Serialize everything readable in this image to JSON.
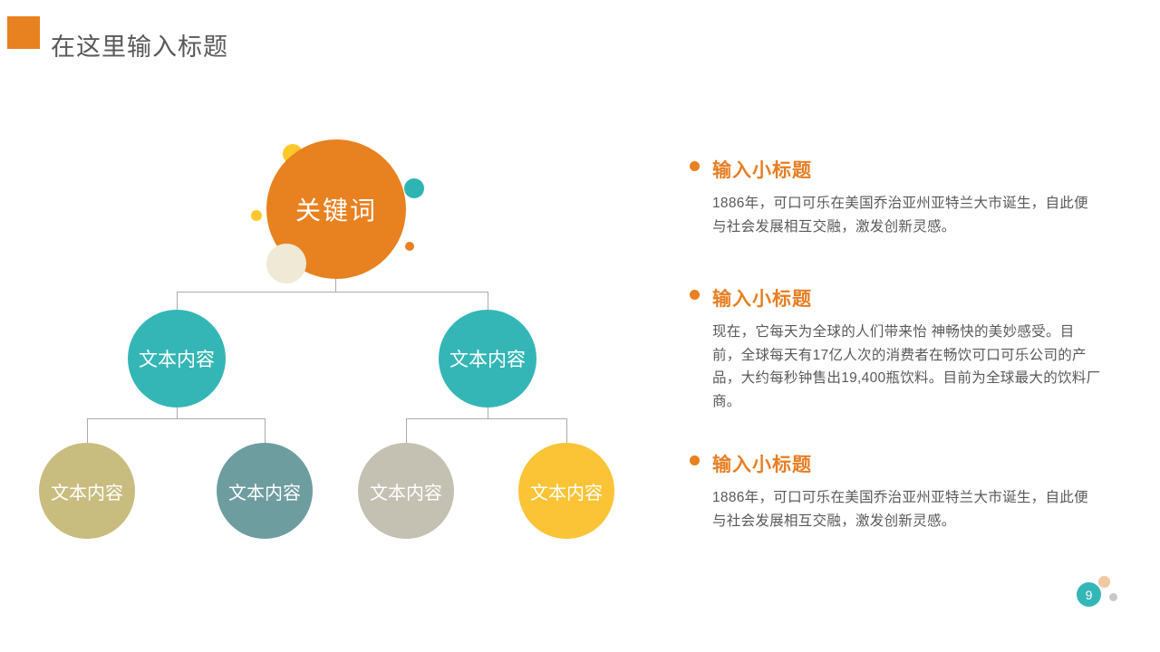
{
  "header": {
    "title": "在这里输入标题"
  },
  "diagram": {
    "root_label": "关键词",
    "level2": [
      {
        "label": "文本内容"
      },
      {
        "label": "文本内容"
      }
    ],
    "level3": [
      {
        "label": "文本内容"
      },
      {
        "label": "文本内容"
      },
      {
        "label": "文本内容"
      },
      {
        "label": "文本内容"
      }
    ]
  },
  "sections": [
    {
      "heading": "输入小标题",
      "body": "1886年，可口可乐在美国乔治亚州亚特兰大市诞生，自此便与社会发展相互交融，激发创新灵感。"
    },
    {
      "heading": "输入小标题",
      "body": "现在，它每天为全球的人们带来怡 神畅快的美妙感受。目前，全球每天有17亿人次的消费者在畅饮可口可乐公司的产品，大约每秒钟售出19,400瓶饮料。目前为全球最大的饮料厂商。"
    },
    {
      "heading": "输入小标题",
      "body": "1886年，可口可乐在美国乔治亚州亚特兰大市诞生，自此便与社会发展相互交融，激发创新灵感。"
    }
  ],
  "footer": {
    "page_number": "9"
  },
  "colors": {
    "accent_orange": "#E8811F",
    "teal": "#35B6B6",
    "tan": "#C9BC7F",
    "slate_teal": "#6E9DA0",
    "gray_beige": "#C4C0B2",
    "yellow": "#FBC437",
    "cream": "#EFE9D6",
    "heading_orange": "#E87E22",
    "body_gray": "#595959",
    "connector_gray": "#ABABAB"
  }
}
